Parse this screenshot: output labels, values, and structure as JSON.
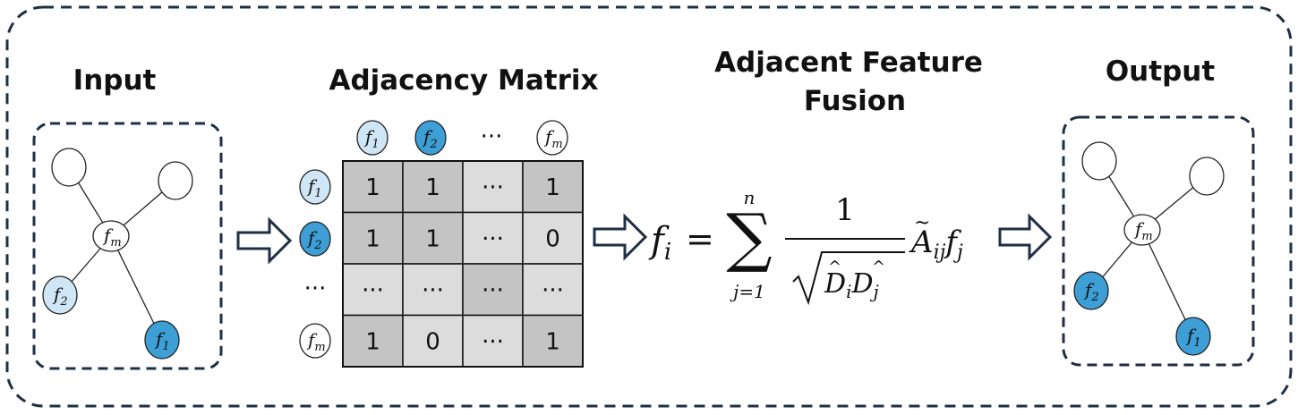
{
  "titles": {
    "input": "Input",
    "matrix": "Adjacency Matrix",
    "fusion_line1": "Adjacent Feature",
    "fusion_line2": "Fusion",
    "output": "Output"
  },
  "colors": {
    "light_node": "#cfe6f6",
    "dark_node": "#3d9fd6",
    "cell_dark": "#c4c4c4",
    "cell_light": "#dcdcdc",
    "outline": "#1f2f45"
  },
  "graph_labels": {
    "center": "f",
    "center_sub": "m",
    "node_a": "f",
    "node_a_sub": "2",
    "node_b": "f",
    "node_b_sub": "1"
  },
  "matrix": {
    "column_headers": [
      {
        "f": "f",
        "sub": "1",
        "style": "light"
      },
      {
        "f": "f",
        "sub": "2",
        "style": "dark"
      },
      {
        "f": "···",
        "sub": "",
        "style": "none"
      },
      {
        "f": "f",
        "sub": "m",
        "style": "white"
      }
    ],
    "row_headers": [
      {
        "f": "f",
        "sub": "1",
        "style": "light"
      },
      {
        "f": "f",
        "sub": "2",
        "style": "dark"
      },
      {
        "f": "···",
        "sub": "",
        "style": "none"
      },
      {
        "f": "f",
        "sub": "m",
        "style": "white"
      }
    ],
    "rows": [
      [
        "1",
        "1",
        "···",
        "1"
      ],
      [
        "1",
        "1",
        "···",
        "0"
      ],
      [
        "···",
        "···",
        "···",
        "···"
      ],
      [
        "1",
        "0",
        "···",
        "1"
      ]
    ],
    "shading": [
      [
        "dark",
        "dark",
        "light",
        "dark"
      ],
      [
        "dark",
        "dark",
        "light",
        "light"
      ],
      [
        "light",
        "light",
        "dark",
        "light"
      ],
      [
        "dark",
        "light",
        "light",
        "dark"
      ]
    ]
  },
  "formula": {
    "lhs_f": "f",
    "lhs_sub": "i",
    "equals": "=",
    "sigma": "∑",
    "sum_upper": "n",
    "sum_lower": "j=1",
    "numerator": "1",
    "denom_d1": "D",
    "denom_sub1": "i",
    "denom_d2": "D",
    "denom_sub2": "j",
    "a": "A",
    "a_sub": "ij",
    "f": "f",
    "f_sub": "j"
  }
}
